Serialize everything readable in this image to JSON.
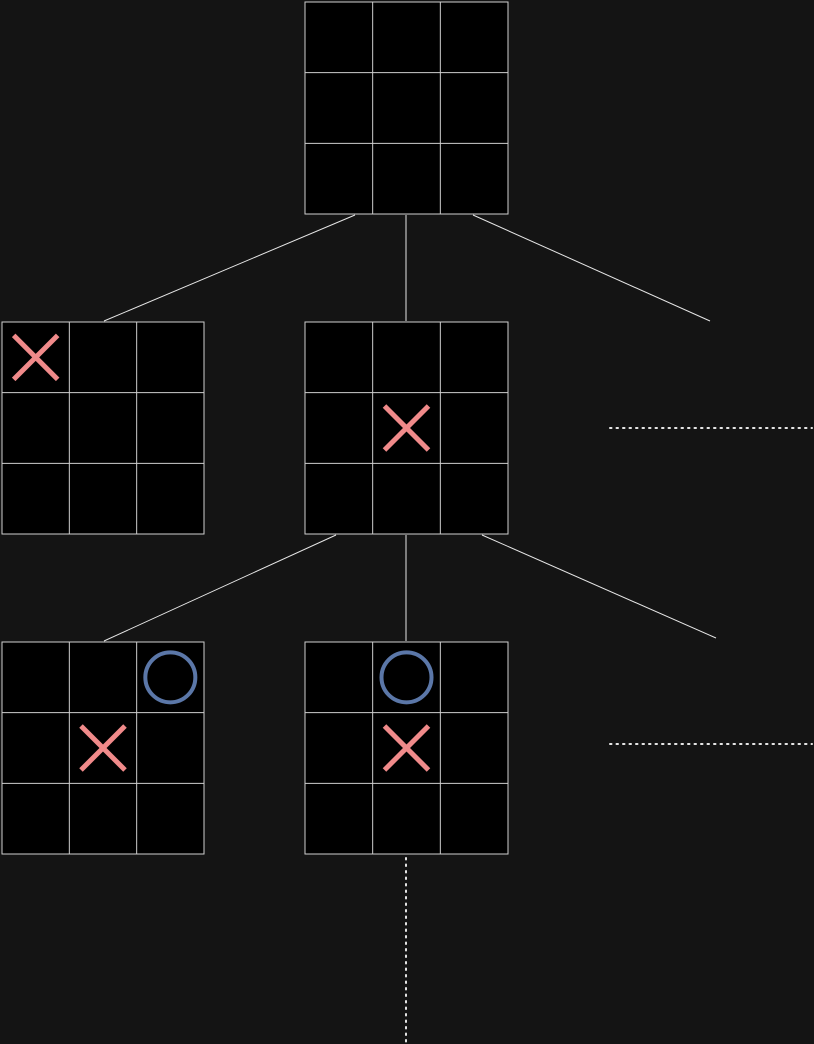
{
  "colors": {
    "background": "#141414",
    "board_fill": "#000000",
    "grid_line": "#cfcfcf",
    "edge_line": "#e6e6e6",
    "x_mark": "#f08a8a",
    "o_mark": "#5b77a8"
  },
  "boards": [
    {
      "id": "root",
      "cells": [
        "",
        "",
        "",
        "",
        "",
        "",
        "",
        "",
        ""
      ]
    },
    {
      "id": "x-top-left",
      "cells": [
        "X",
        "",
        "",
        "",
        "",
        "",
        "",
        "",
        ""
      ]
    },
    {
      "id": "x-center",
      "cells": [
        "",
        "",
        "",
        "",
        "X",
        "",
        "",
        "",
        ""
      ]
    },
    {
      "id": "x-center-o-top-right",
      "cells": [
        "",
        "",
        "O",
        "",
        "X",
        "",
        "",
        "",
        ""
      ]
    },
    {
      "id": "x-center-o-top-middle",
      "cells": [
        "",
        "O",
        "",
        "",
        "X",
        "",
        "",
        "",
        ""
      ]
    }
  ],
  "edges": [
    {
      "from": "root",
      "to": "x-top-left"
    },
    {
      "from": "root",
      "to": "x-center"
    },
    {
      "from": "root",
      "to": "more-level-1"
    },
    {
      "from": "x-center",
      "to": "x-center-o-top-right"
    },
    {
      "from": "x-center",
      "to": "x-center-o-top-middle"
    },
    {
      "from": "x-center",
      "to": "more-level-2"
    }
  ],
  "continuations": [
    "more-level-1",
    "more-level-2",
    "more-depth"
  ]
}
